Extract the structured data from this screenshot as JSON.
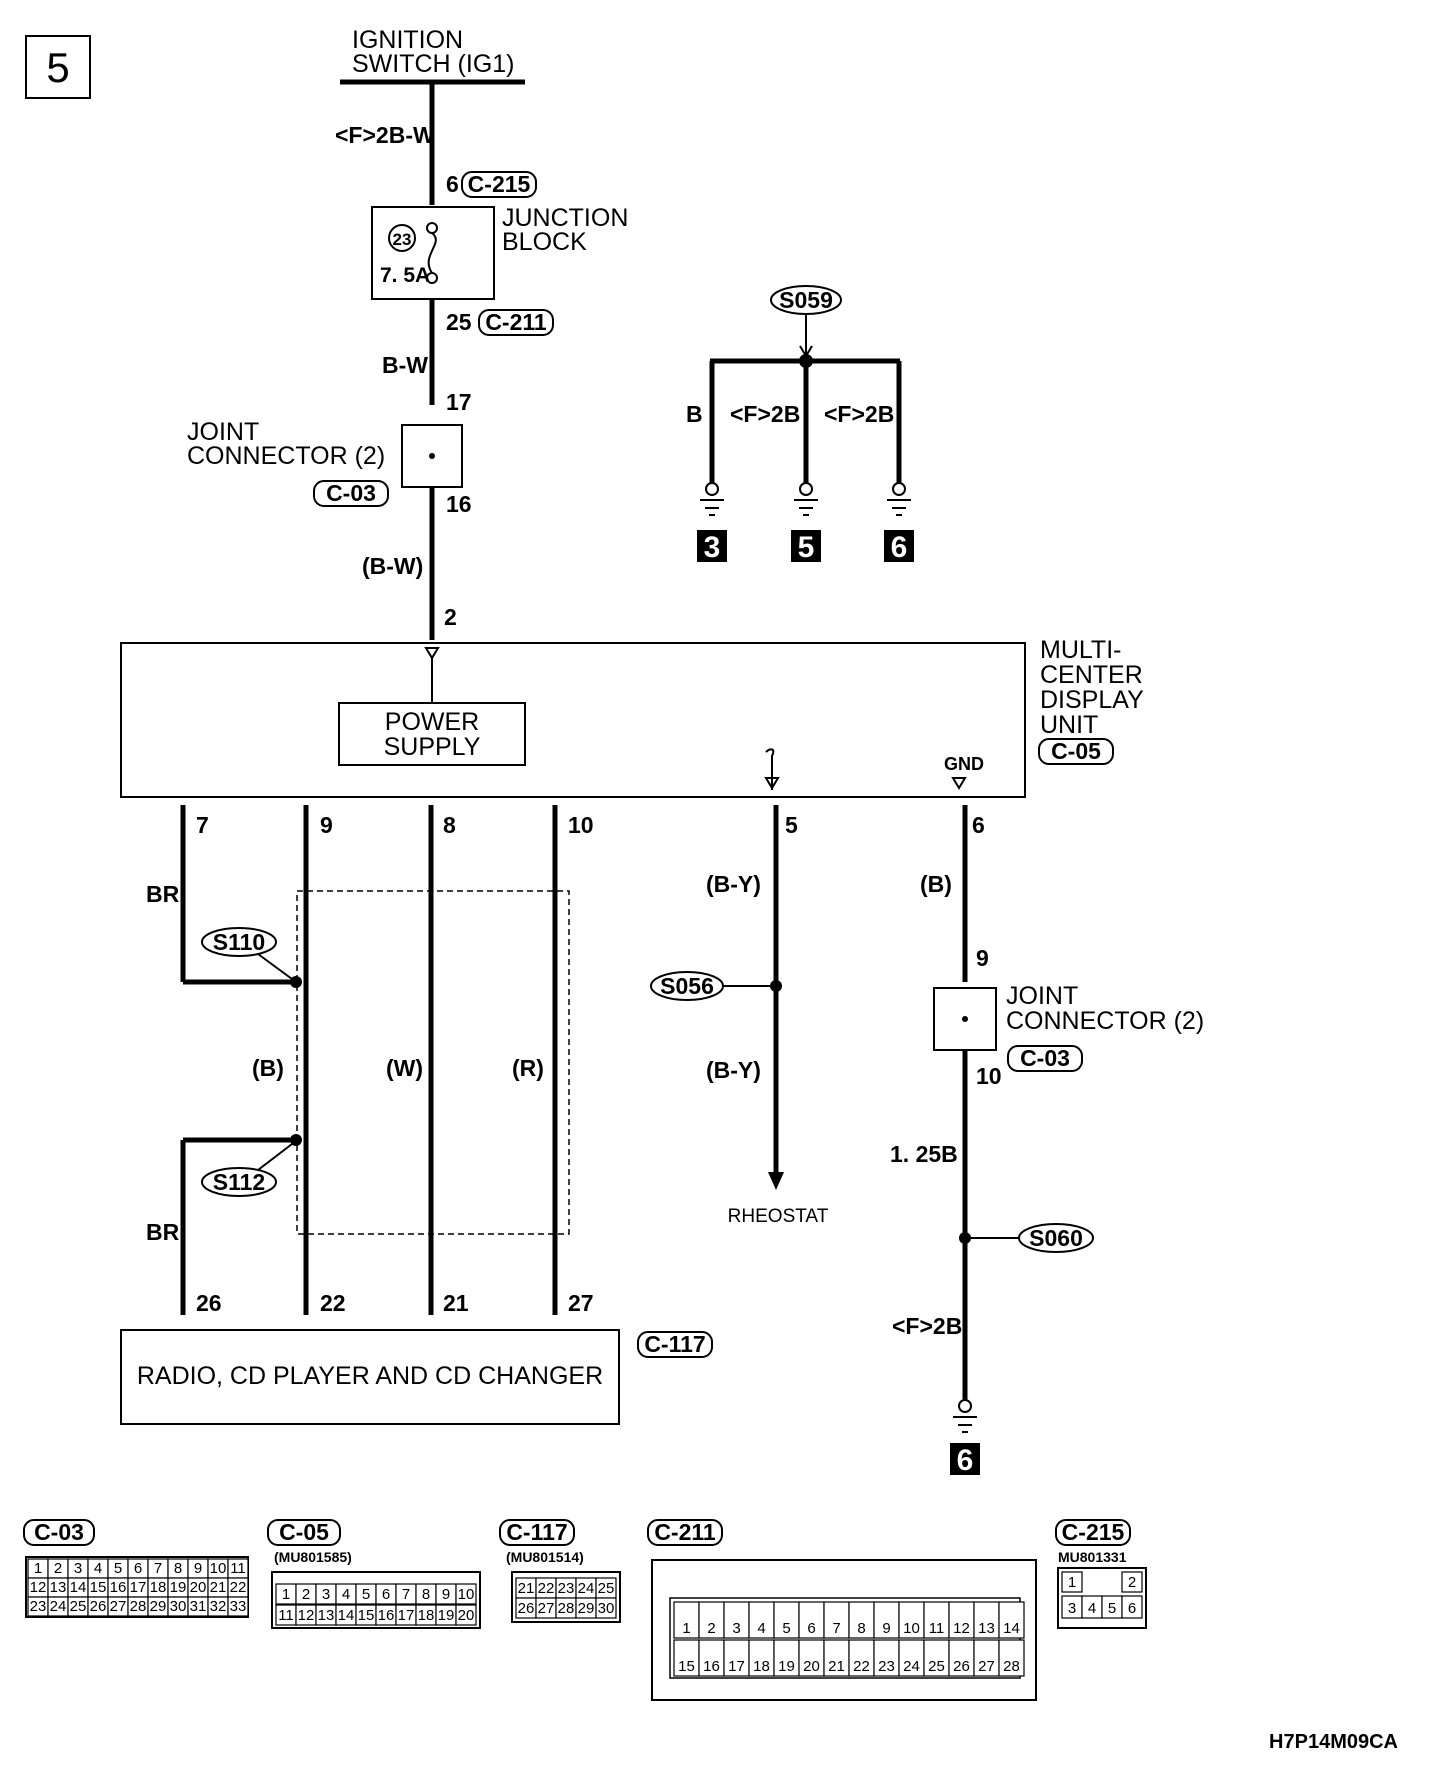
{
  "page_number": "5",
  "drawing_code": "H7P14M09CA",
  "ignition": {
    "line1": "IGNITION",
    "line2": "SWITCH (IG1)"
  },
  "wires": {
    "w1": "<F>2B-W",
    "w2": "B-W",
    "w3": "(B-W)",
    "s059_b": "B",
    "s059_f1": "<F>2B",
    "s059_f2": "<F>2B",
    "br1": "BR",
    "br2": "BR",
    "b": "(B)",
    "w": "(W)",
    "r": "(R)",
    "by1": "(B-Y)",
    "by2": "(B-Y)",
    "gnd_b": "(B)",
    "w125": "1. 25B",
    "f2b_gnd": "<F>2B"
  },
  "junction_block": {
    "line1": "JUNCTION",
    "line2": "BLOCK",
    "fuse_no": "23",
    "fuse_rating": "7. 5A",
    "pin_in": "6",
    "pin_in_conn": "C-215",
    "pin_out": "25",
    "pin_out_conn": "C-211"
  },
  "joint1": {
    "line1": "JOINT",
    "line2": "CONNECTOR (2)",
    "conn": "C-03",
    "pin_top": "17",
    "pin_bot": "16"
  },
  "joint2": {
    "line1": "JOINT",
    "line2": "CONNECTOR (2)",
    "conn": "C-03",
    "pin_top": "9",
    "pin_bot": "10"
  },
  "mcdu": {
    "line1": "MULTI-",
    "line2": "CENTER",
    "line3": "DISPLAY",
    "line4": "UNIT",
    "conn": "C-05",
    "pin_in": "2",
    "power1": "POWER",
    "power2": "SUPPLY",
    "gnd": "GND",
    "pins": [
      "7",
      "9",
      "8",
      "10",
      "5",
      "6"
    ]
  },
  "splices": {
    "s059": "S059",
    "s110": "S110",
    "s112": "S112",
    "s056": "S056",
    "s060": "S060"
  },
  "grounds": [
    "3",
    "5",
    "6",
    "6"
  ],
  "rheostat": "RHEOSTAT",
  "radio": {
    "label": "RADIO, CD PLAYER AND CD CHANGER",
    "conn": "C-117",
    "pins": [
      "26",
      "22",
      "21",
      "27"
    ]
  },
  "connectors": {
    "c03": {
      "name": "C-03",
      "part": "",
      "row1": [
        "1",
        "2",
        "3",
        "4",
        "5",
        "6",
        "7",
        "8",
        "9",
        "10",
        "11"
      ],
      "row2": [
        "12",
        "13",
        "14",
        "15",
        "16",
        "17",
        "18",
        "19",
        "20",
        "21",
        "22"
      ],
      "row3": [
        "23",
        "24",
        "25",
        "26",
        "27",
        "28",
        "29",
        "30",
        "31",
        "32",
        "33"
      ]
    },
    "c05": {
      "name": "C-05",
      "part": "(MU801585)",
      "row1": [
        "1",
        "2",
        "3",
        "4",
        "5",
        "6",
        "7",
        "8",
        "9",
        "10"
      ],
      "row2": [
        "11",
        "12",
        "13",
        "14",
        "15",
        "16",
        "17",
        "18",
        "19",
        "20"
      ]
    },
    "c117": {
      "name": "C-117",
      "part": "(MU801514)",
      "row1": [
        "21",
        "22",
        "23",
        "24",
        "25"
      ],
      "row2": [
        "26",
        "27",
        "28",
        "29",
        "30"
      ]
    },
    "c211": {
      "name": "C-211",
      "part": "",
      "row1": [
        "1",
        "2",
        "3",
        "4",
        "5",
        "6",
        "7",
        "8",
        "9",
        "10",
        "11",
        "12",
        "13",
        "14"
      ],
      "row2": [
        "15",
        "16",
        "17",
        "18",
        "19",
        "20",
        "21",
        "22",
        "23",
        "24",
        "25",
        "26",
        "27",
        "28"
      ]
    },
    "c215": {
      "name": "C-215",
      "part": "MU801331",
      "row1": [
        "1",
        "2"
      ],
      "row2": [
        "3",
        "4",
        "5",
        "6"
      ]
    }
  }
}
